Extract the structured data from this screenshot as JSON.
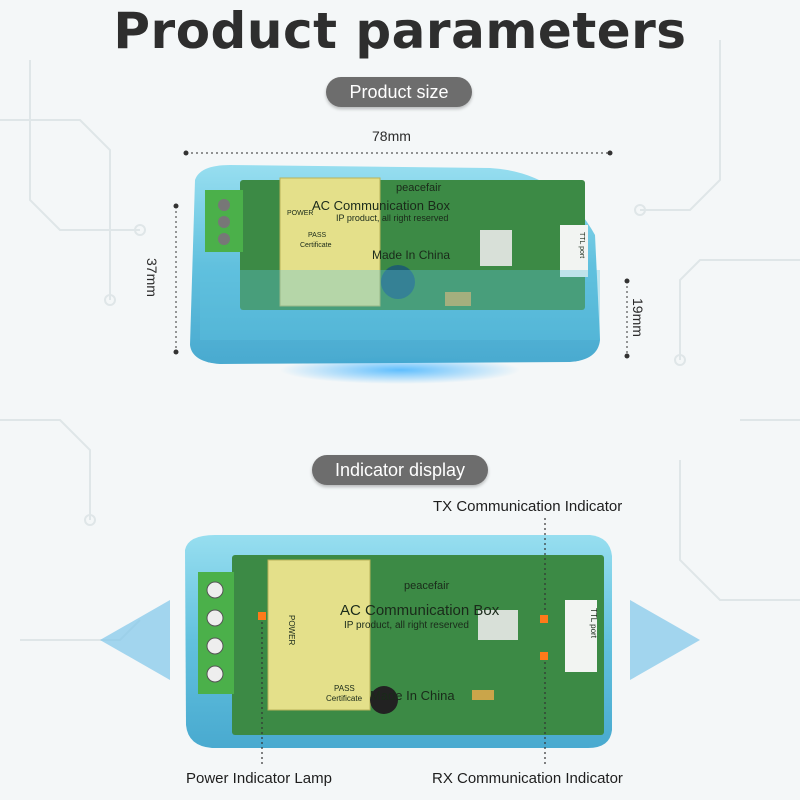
{
  "header": {
    "title": "Product parameters"
  },
  "sections": {
    "size_label": "Product size",
    "indicator_label": "Indicator display"
  },
  "dimensions": {
    "length": "78mm",
    "height": "37mm",
    "thickness": "19mm"
  },
  "indicators": {
    "tx": "TX Communication Indicator",
    "power": "Power Indicator Lamp",
    "rx": "RX Communication Indicator"
  },
  "device_labels": {
    "brand": "peacefair",
    "name": "AC Communication Box",
    "rights": "IP product, all right reserved",
    "made_in": "Made In China",
    "power": "POWER",
    "ttl_port": "TTL port",
    "pass_cert": "PASS",
    "certificate": "Certificate"
  },
  "colors": {
    "case": "#5ec3df",
    "pcb": "#3c8a45",
    "capacitor": "#e4e08a",
    "indicator": "#ff7a1a",
    "pill": "#6d6d6d"
  }
}
